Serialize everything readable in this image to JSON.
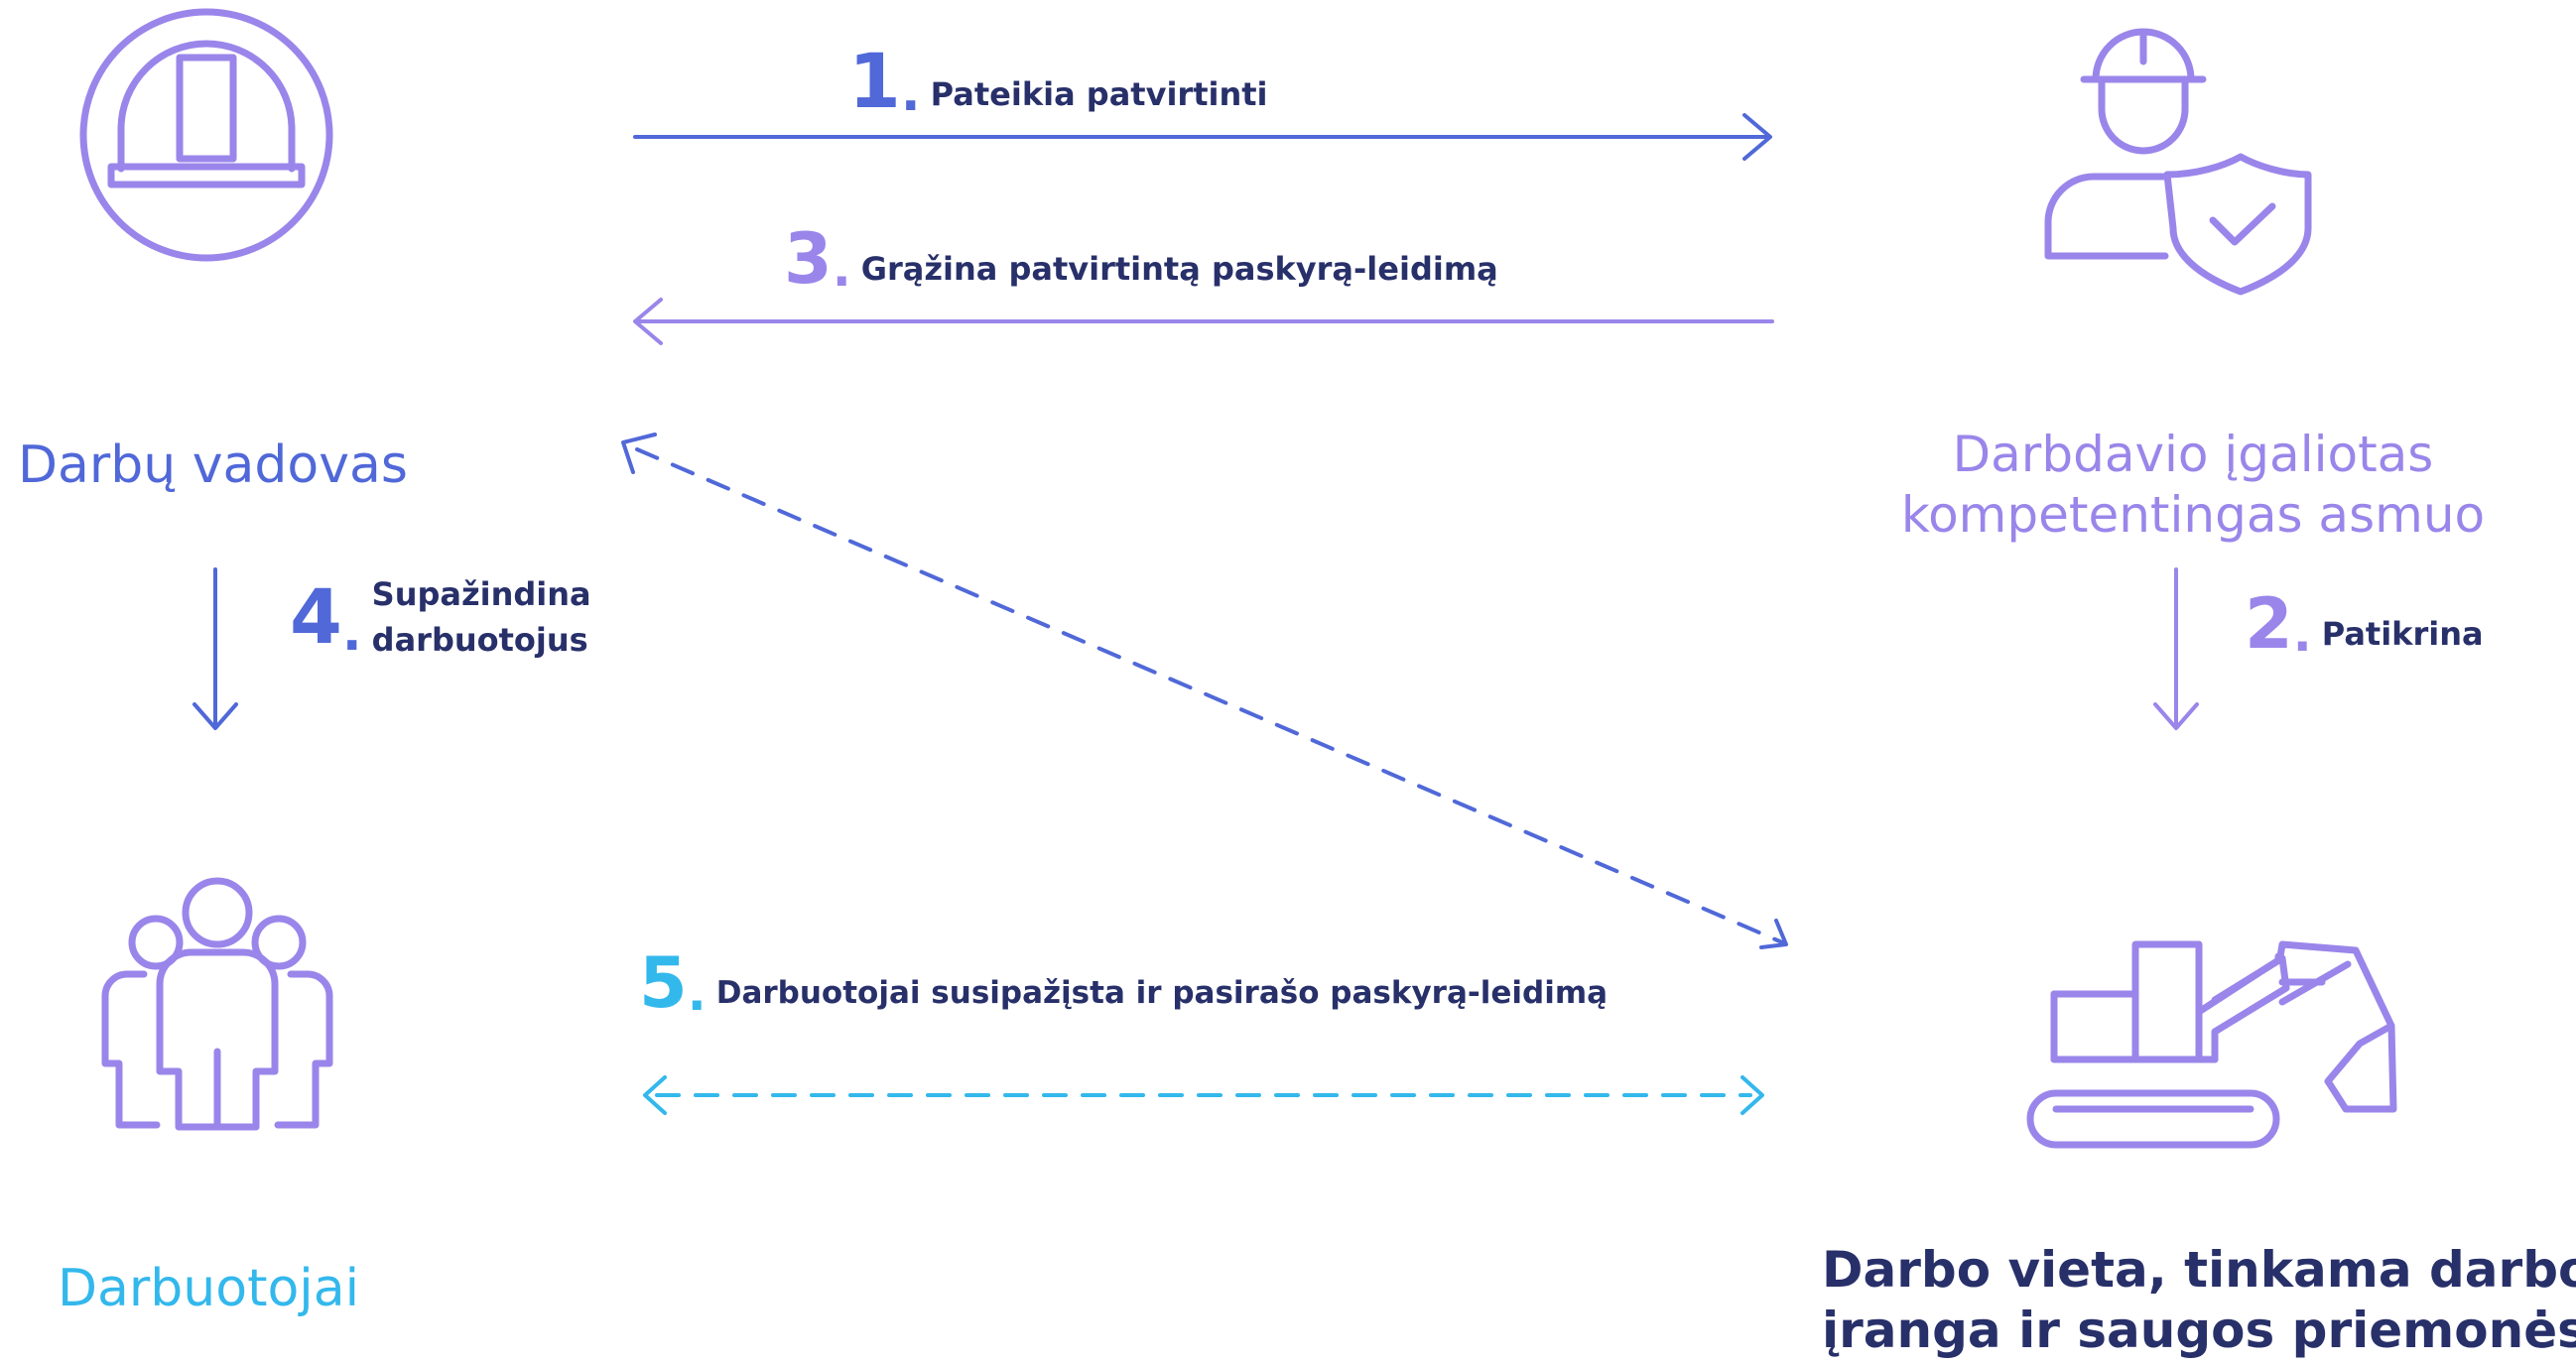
{
  "colors": {
    "blue": "#5068d8",
    "purple": "#9a86ea",
    "cyan": "#33b8ec",
    "navy": "#28306a"
  },
  "nodes": {
    "manager": {
      "icon": "hard-hat-icon",
      "label": "Darbų vadovas"
    },
    "authorized_person": {
      "icon": "worker-shield-icon",
      "label_lines": [
        "Darbdavio įgaliotas",
        "kompetentingas asmuo"
      ]
    },
    "workers": {
      "icon": "people-group-icon",
      "label": "Darbuotojai"
    },
    "workplace": {
      "icon": "excavator-icon",
      "label_lines": [
        "Darbo vieta, tinkama darbo",
        "įranga ir saugos priemonės"
      ]
    }
  },
  "steps": [
    {
      "number": "1",
      "text": "Pateikia patvirtinti"
    },
    {
      "number": "2",
      "text": "Patikrina"
    },
    {
      "number": "3",
      "text": "Grąžina patvirtintą paskyrą-leidimą"
    },
    {
      "number": "4",
      "text_lines": [
        "Supažindina",
        "darbuotojus"
      ]
    },
    {
      "number": "5",
      "text": "Darbuotojai susipažįsta ir pasirašo paskyrą-leidimą"
    }
  ]
}
